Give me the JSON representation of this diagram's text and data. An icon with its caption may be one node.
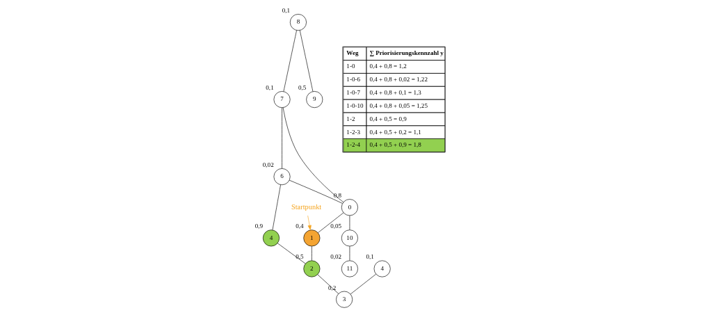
{
  "diagram": {
    "nodes": [
      {
        "text": [
          "8"
        ],
        "beside": [
          "0,1"
        ]
      },
      {
        "text": [
          "11"
        ],
        "beside": [
          "0,02"
        ]
      },
      {
        "text": [
          "9"
        ],
        "beside": [
          "0,5"
        ]
      },
      {
        "text": [
          "7"
        ],
        "beside": [
          "0,1"
        ]
      },
      {
        "text": [
          "10"
        ],
        "beside": [
          "0,05"
        ]
      },
      {
        "text": [
          "6"
        ],
        "beside": [
          "0,02"
        ]
      },
      {
        "text": [
          "0"
        ],
        "beside": [
          "0,8"
        ]
      },
      {
        "text": [
          "Startpunkt"
        ]
      },
      {
        "text": [
          "1"
        ],
        "beside": [
          "0,4"
        ]
      },
      {
        "text": [
          "4"
        ],
        "beside": [
          "0,9"
        ]
      },
      {
        "text": [
          "2"
        ],
        "beside": [
          "0,5"
        ]
      },
      {
        "text": [
          "4"
        ],
        "beside": [
          "0,1"
        ]
      },
      {
        "text": [
          "3"
        ],
        "beside": [
          "0,2"
        ]
      }
    ],
    "edges": [
      {
        "from": 0,
        "to": 2,
        "arrow": "none"
      },
      {
        "from": 0,
        "to": 3,
        "arrow": "none"
      },
      {
        "from": 3,
        "to": 5,
        "arrow": "none"
      },
      {
        "from": 3,
        "to": 6,
        "arrow": "none"
      },
      {
        "from": 5,
        "to": 6,
        "arrow": "none"
      },
      {
        "from": 6,
        "to": 4,
        "arrow": "none"
      },
      {
        "from": 4,
        "to": 1,
        "arrow": "none"
      },
      {
        "from": 6,
        "to": 8,
        "arrow": "none"
      },
      {
        "from": 5,
        "to": 9,
        "arrow": "none"
      },
      {
        "from": 9,
        "to": 10,
        "arrow": "none"
      },
      {
        "from": 8,
        "to": 10,
        "arrow": "none"
      },
      {
        "from": 10,
        "to": 12,
        "arrow": "none"
      },
      {
        "from": 11,
        "to": 12,
        "arrow": "none"
      },
      {
        "from": 7,
        "to": 8,
        "arrow": "to",
        "color": "#f5a623"
      }
    ],
    "labels": [
      "Weg",
      "∑ Priorisierungskennzahl y",
      "1-0",
      "0,4 + 0,8 = 1,2",
      "1-0-6",
      "0,4 + 0,8 + 0,02 = 1,22",
      "1-0-7",
      "0,4 + 0,8 + 0,1 = 1,3",
      "1-0-10",
      "0,4 + 0,8 + 0,05 = 1,25",
      "1-2",
      "0,4 + 0,5 = 0,9",
      "1-2-3",
      "0,4 + 0,5 + 0,2 = 1,1",
      "1-2-4",
      "0,4 + 0,5 + 0,9 = 1,8"
    ]
  }
}
